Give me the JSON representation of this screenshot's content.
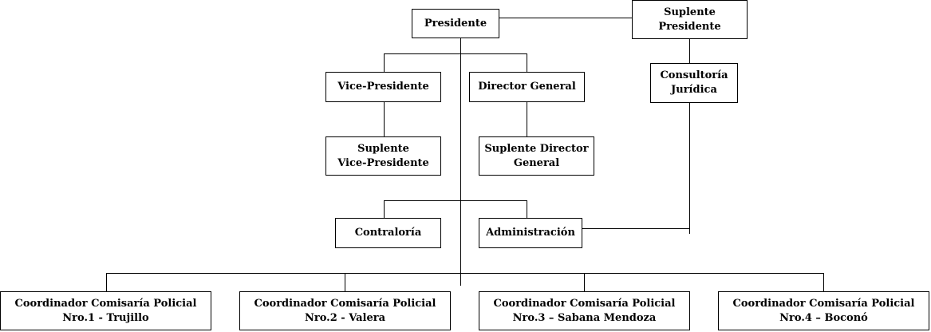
{
  "org_chart": {
    "presidente": {
      "line1": "Presidente"
    },
    "suplente_presidente": {
      "line1": "Suplente",
      "line2": "Presidente"
    },
    "vice_presidente": {
      "line1": "Vice-Presidente"
    },
    "director_general": {
      "line1": "Director General"
    },
    "consultoria_juridica": {
      "line1": "Consultoría",
      "line2": "Jurídica"
    },
    "suplente_vice_presidente": {
      "line1": "Suplente",
      "line2": "Vice-Presidente"
    },
    "suplente_director_general": {
      "line1": "Suplente Director",
      "line2": "General"
    },
    "contraloria": {
      "line1": "Contraloría"
    },
    "administracion": {
      "line1": "Administración"
    },
    "coordinadores": [
      {
        "line1": "Coordinador Comisaría Policial",
        "line2": "Nro.1 - Trujillo"
      },
      {
        "line1": "Coordinador Comisaría Policial",
        "line2": "Nro.2 - Valera"
      },
      {
        "line1": "Coordinador Comisaría Policial",
        "line2": "Nro.3 – Sabana Mendoza"
      },
      {
        "line1": "Coordinador Comisaría Policial",
        "line2": "Nro.4 – Boconó"
      }
    ]
  }
}
